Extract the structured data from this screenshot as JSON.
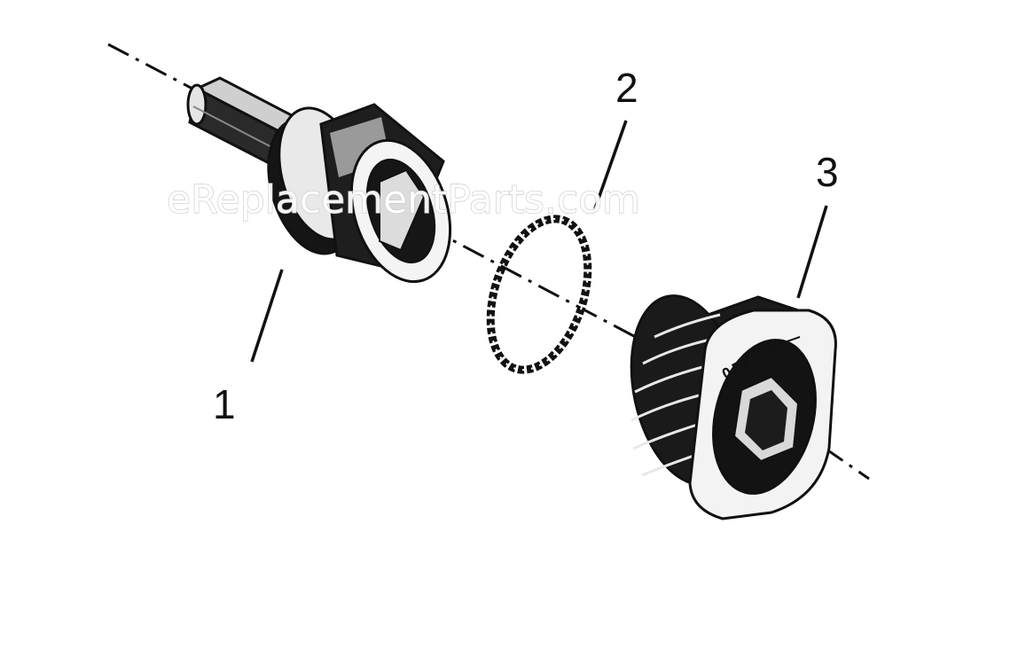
{
  "diagram": {
    "parts": [
      {
        "callout": "1",
        "name": "stem-adapter"
      },
      {
        "callout": "2",
        "name": "o-ring"
      },
      {
        "callout": "3",
        "name": "bonnet-nut"
      }
    ],
    "bonnet_marking": "OFF",
    "watermark": "eReplacementParts.com",
    "colors": {
      "ink": "#111111",
      "paper": "#ffffff",
      "watermark_outline": "#c8c8c8"
    }
  }
}
